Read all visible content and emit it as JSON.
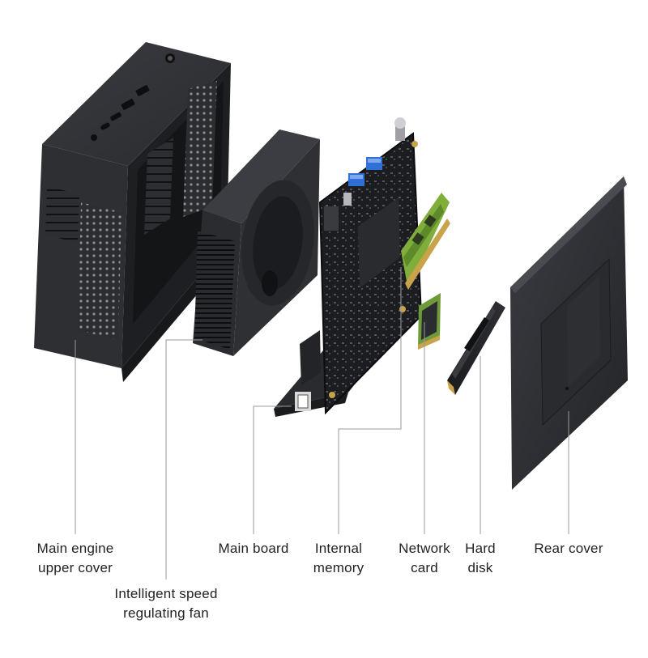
{
  "components": [
    {
      "id": "upper-cover",
      "lines": [
        "Main engine",
        "upper cover"
      ]
    },
    {
      "id": "fan",
      "lines": [
        "Intelligent speed",
        "regulating fan"
      ]
    },
    {
      "id": "main-board",
      "lines": [
        "Main board"
      ]
    },
    {
      "id": "memory",
      "lines": [
        "Internal",
        "memory"
      ]
    },
    {
      "id": "network-card",
      "lines": [
        "Network",
        "card"
      ]
    },
    {
      "id": "hard-disk",
      "lines": [
        "Hard",
        "disk"
      ]
    },
    {
      "id": "rear-cover",
      "lines": [
        "Rear cover"
      ]
    }
  ],
  "colors": {
    "case_dark": "#2a2b2e",
    "case_mid": "#3a3b3f",
    "pcb": "#1c1d20",
    "ram_green": "#7fae3a",
    "usb_blue": "#2f6fd6",
    "leader_line": "#9a9a9a"
  }
}
